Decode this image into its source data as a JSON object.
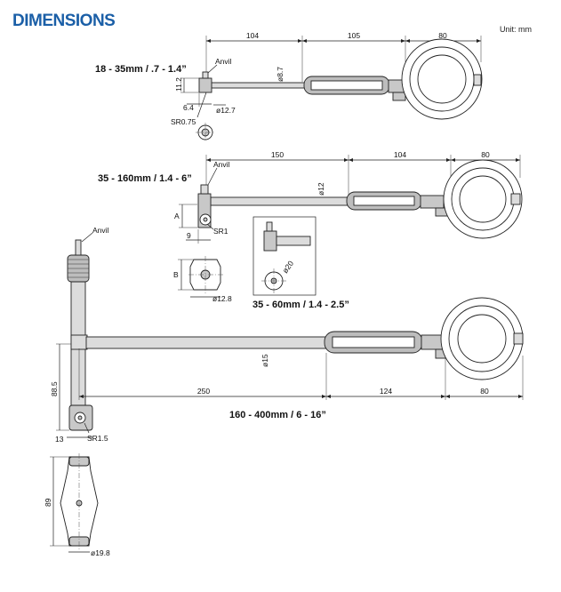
{
  "title": "DIMENSIONS",
  "unit": "Unit: mm",
  "models": {
    "small": {
      "label": "18 - 35mm / .7 - 1.4”",
      "dims": {
        "shaft": "104",
        "grip": "105",
        "head": "80",
        "shaft_dia": "ø8.7",
        "offset": "11.2",
        "anvil_len": "6.4",
        "sr": "SR0.75",
        "base_dia": "ø12.7",
        "anvil": "Anvil"
      }
    },
    "medium": {
      "label": "35 - 160mm / 1.4 - 6”",
      "dims": {
        "shaft": "150",
        "grip": "104",
        "head": "80",
        "shaft_dia": "ø12",
        "a": "A",
        "nine": "9",
        "sr": "SR1",
        "b": "B",
        "base_dia": "ø12.8",
        "anvil": "Anvil"
      }
    },
    "inset": {
      "label": "35 - 60mm / 1.4 - 2.5”",
      "dims": {
        "dia": "ø20"
      }
    },
    "large": {
      "label": "160 - 400mm / 6 - 16”",
      "dims": {
        "shaft": "250",
        "grip": "124",
        "head": "80",
        "shaft_dia": "ø15",
        "height": "88.5",
        "thirteen": "13",
        "sr": "SR1.5",
        "handle_h": "89",
        "handle_dia": "ø19.8",
        "anvil": "Anvil"
      }
    }
  }
}
